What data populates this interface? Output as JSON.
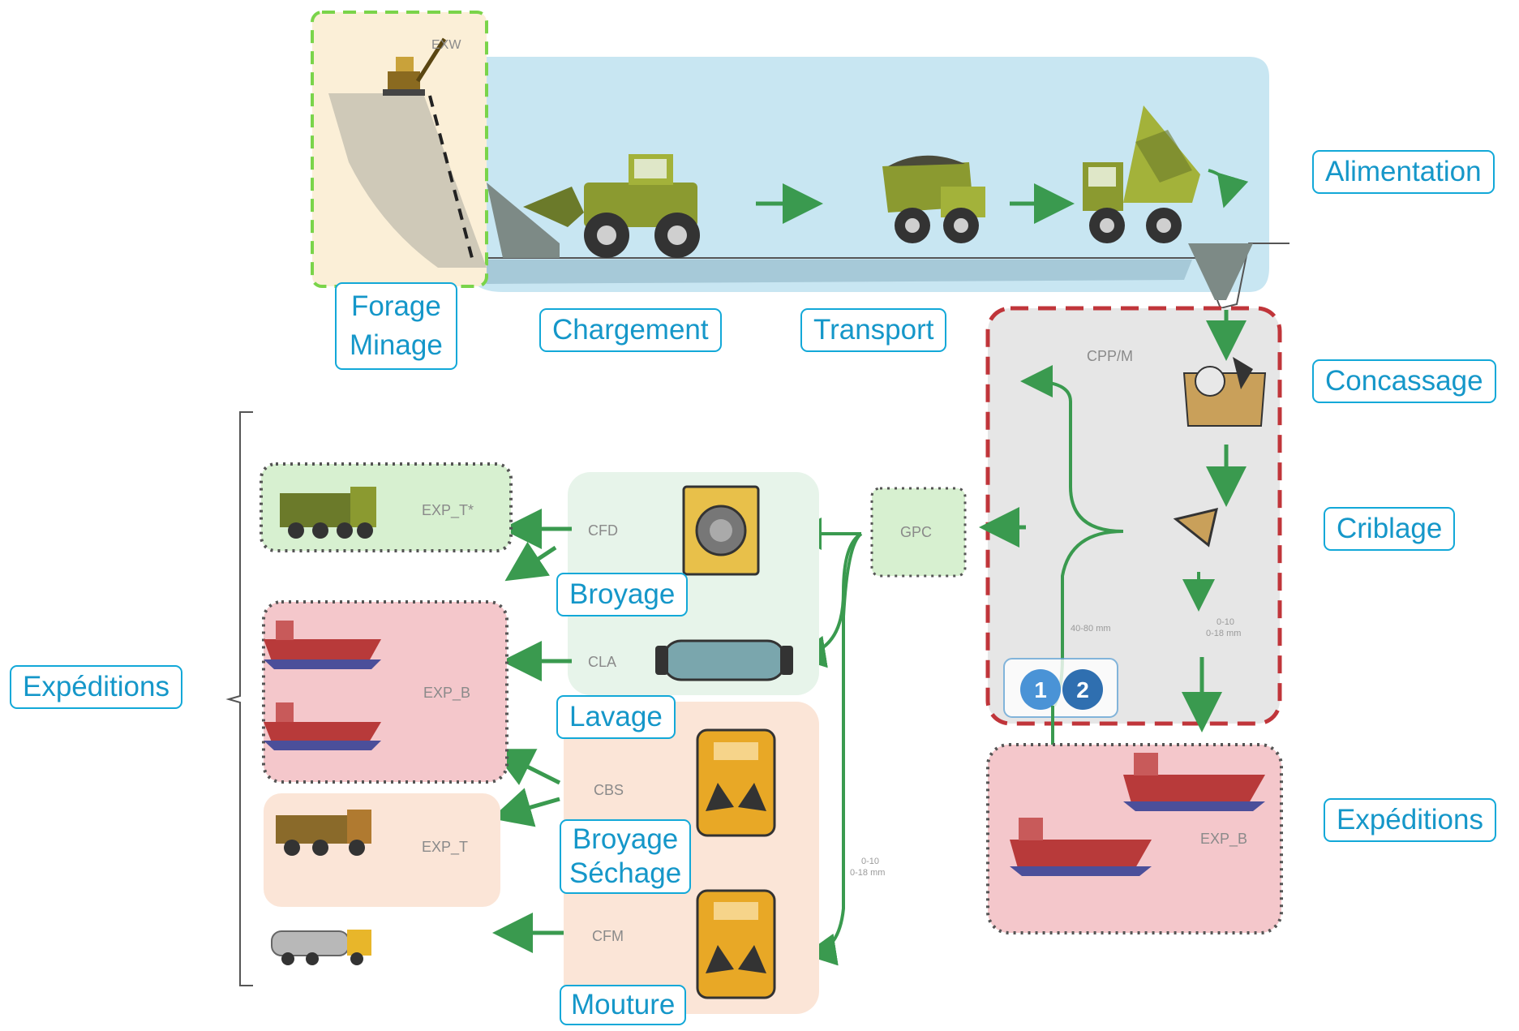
{
  "labels": {
    "forage_minage": [
      "Forage",
      "Minage"
    ],
    "chargement": "Chargement",
    "transport": "Transport",
    "alimentation": "Alimentation",
    "concassage": "Concassage",
    "criblage": "Criblage",
    "expeditions_right": "Expéditions",
    "expeditions_left": "Expéditions",
    "broyage": "Broyage",
    "lavage": "Lavage",
    "broyage_sechage": [
      "Broyage",
      "Séchage"
    ],
    "mouture": "Mouture"
  },
  "diagram_text": {
    "exw": "EXW",
    "cpp": "CPP/M",
    "gpc": "GPC",
    "cfd": "CFD",
    "cla": "CLA",
    "cbs": "CBS",
    "cfm": "CFM",
    "exp_t_star": "EXP_T*",
    "exp_b_left": "EXP_B",
    "exp_t": "EXP_T",
    "exp_b_right": "EXP_B",
    "size_coarse": "40-80 mm",
    "size_fine_right": [
      "0-10",
      "0-18 mm"
    ],
    "size_fine_center": [
      "0-10",
      "0-18 mm"
    ],
    "badge_1": "1",
    "badge_2": "2"
  },
  "colors": {
    "label_border": "#12a8d8",
    "label_text": "#1597c9",
    "flow_arrow": "#3a9a4f",
    "crusher_zone_border": "#c0353a",
    "water_band": "#c8e6f2",
    "ship_hull": "#b83a3a",
    "truck_body": "#6b7a2a",
    "mill": "#e8a826"
  },
  "icons": [
    "excavator-icon",
    "wheel-loader-icon",
    "dump-truck-icon",
    "tipper-truck-icon",
    "hopper-icon",
    "crusher-icon",
    "screen-icon",
    "ship-icon",
    "military-truck-icon",
    "tanker-truck-icon",
    "mill-icon",
    "washer-drum-icon"
  ]
}
